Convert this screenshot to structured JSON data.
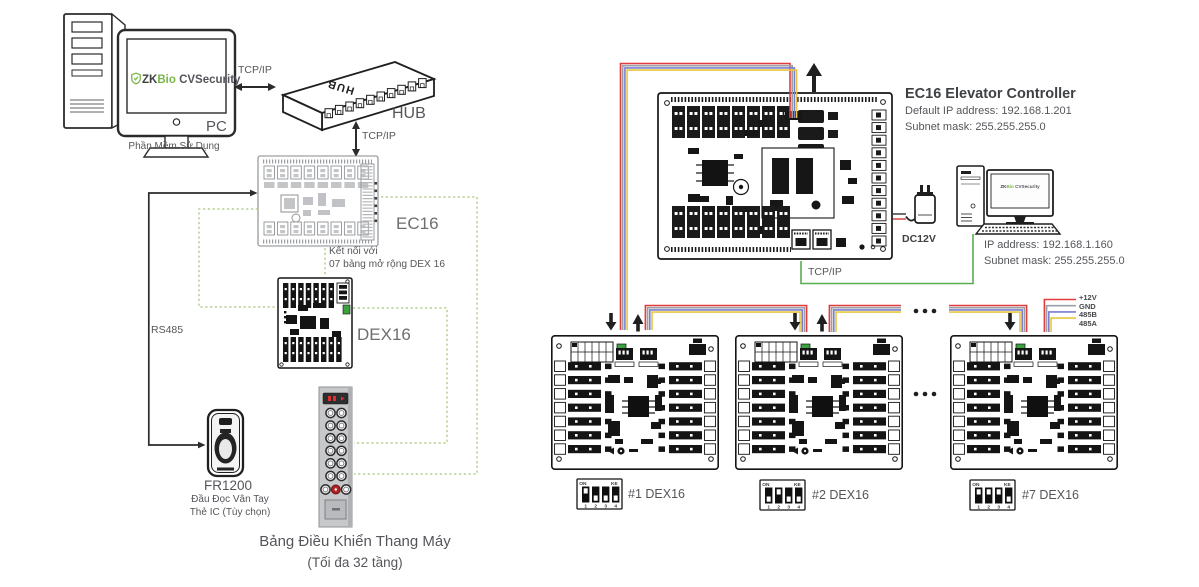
{
  "left": {
    "pc_label": "PC",
    "pc_caption": "Phần Mềm Sử Dụng",
    "tcpip_pc_hub": "TCP/IP",
    "hub_label": "HUB",
    "hub_embossed": "HUB",
    "tcpip_hub_board": "TCP/IP",
    "ec16_label": "EC16",
    "ec16_note_line1": "Kết nối với",
    "ec16_note_line2": "07 bảng mở rộng DEX 16",
    "dex16_label": "DEX16",
    "rs485_label": "RS485",
    "fr1200_label": "FR1200",
    "fr1200_caption_line1": "Đầu Đọc Vân Tay",
    "fr1200_caption_line2": "Thẻ IC (Tùy chọn)",
    "panel_caption_line1": "Bảng Điều Khiển Thang Máy",
    "panel_caption_line2": "(Tối đa 32 tầng)"
  },
  "logo": {
    "part1": "ZK",
    "part2": "Bio",
    "part3": "CVSecurity"
  },
  "right": {
    "controller_title": "EC16 Elevator Controller",
    "controller_ip": "Default IP address: 192.168.1.201",
    "controller_mask": "Subnet mask: 255.255.255.0",
    "dc12v_label": "DC12V",
    "tcpip_label": "TCP/IP",
    "pc_ip": "IP address: 192.168.1.160",
    "pc_mask": "Subnet mask: 255.255.255.0",
    "wire_label_1": "+12V",
    "wire_label_2": "GND",
    "wire_label_3": "485B",
    "wire_label_4": "485A",
    "board_tag_1": "#1 DEX16",
    "board_tag_2": "#2 DEX16",
    "board_tag_3": "#7 DEX16",
    "dip": {
      "on": "ON",
      "ke": "KE",
      "n1": "1",
      "n2": "2",
      "n3": "3",
      "n4": "4"
    }
  },
  "colors": {
    "brand_green": "#7ab648",
    "dashed_green": "#b5cf8d",
    "line_green": "#58ad4f",
    "wire_red": "#e23c3c",
    "wire_gray": "#9aa0a6",
    "wire_blue": "#7b7fd0",
    "wire_yellow": "#e8c73e",
    "led_green": "#3aa33f",
    "text": "#55565a"
  }
}
